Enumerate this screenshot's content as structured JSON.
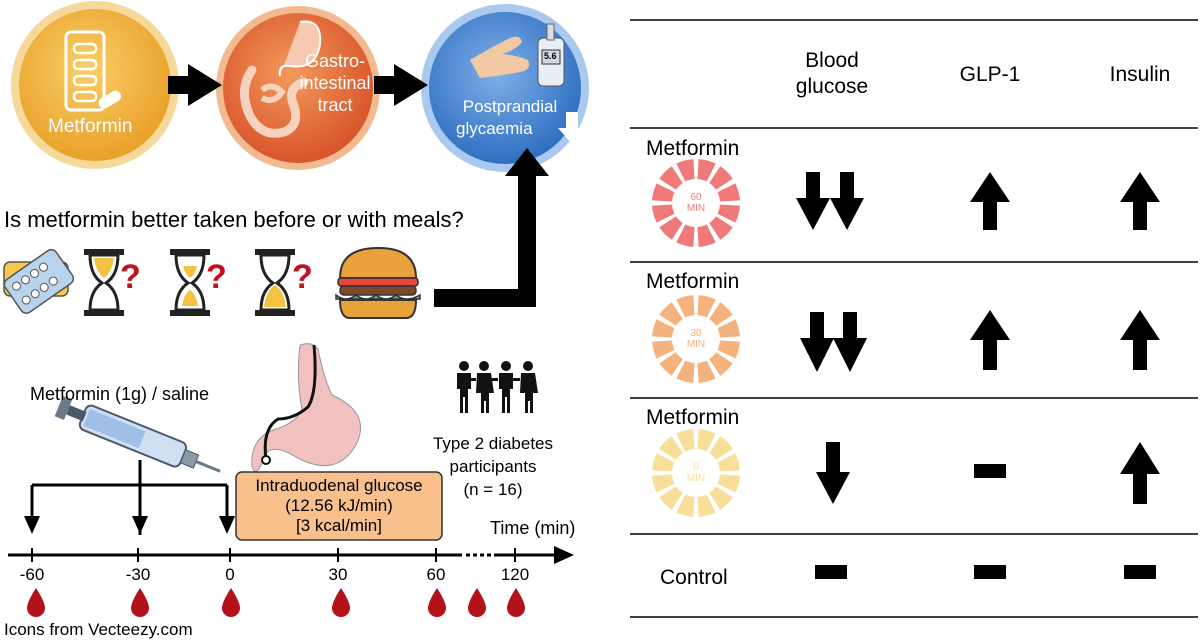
{
  "top_flow": {
    "metformin_label": "Metformin",
    "gi_label_line1": "Gastro-",
    "gi_label_line2": "intestinal",
    "gi_label_line3": "tract",
    "glycaemia_line1": "Postprandial",
    "glycaemia_line2": "glycaemia",
    "meter_reading": "5.6"
  },
  "question": "Is metformin better taken before or with meals?",
  "question_marks": [
    "?",
    "?",
    "?"
  ],
  "protocol": {
    "dose_label": "Metformin (1g) / saline",
    "infusion_line1": "Intraduodenal glucose",
    "infusion_line2": "(12.56 kJ/min)",
    "infusion_line3": "[3 kcal/min]",
    "participants_line1": "Type 2 diabetes",
    "participants_line2": "participants",
    "participants_line3": "(n = 16)",
    "time_label": "Time (min)",
    "ticks": [
      "-60",
      "-30",
      "0",
      "30",
      "60",
      "120"
    ],
    "credit": "Icons from Vecteezy.com"
  },
  "table": {
    "headers": {
      "blood_glucose_line1": "Blood",
      "blood_glucose_line2": "glucose",
      "glp1": "GLP-1",
      "insulin": "Insulin"
    },
    "rows": [
      {
        "label": "Metformin",
        "timer_value": "60",
        "timer_unit": "MIN",
        "timer_color": "#f07a7a",
        "blood_glucose": "two-down-arrows-icon",
        "glp1": "up-arrow-icon",
        "insulin": "up-arrow-icon"
      },
      {
        "label": "Metformin",
        "timer_value": "30",
        "timer_unit": "MIN",
        "timer_color": "#f4b27e",
        "blood_glucose": "two-down-arrows-icon",
        "glp1": "up-arrow-icon",
        "insulin": "up-arrow-icon"
      },
      {
        "label": "Metformin",
        "timer_value": "0",
        "timer_unit": "MIN",
        "timer_color": "#f7df9a",
        "blood_glucose": "down-arrow-icon",
        "glp1": "dash-icon",
        "insulin": "up-arrow-icon"
      },
      {
        "label": "Control",
        "blood_glucose": "dash-icon",
        "glp1": "dash-icon",
        "insulin": "dash-icon"
      }
    ]
  },
  "colors": {
    "metformin_circle": "#f2b43a",
    "gi_circle": "#e8743b",
    "glycaemia_circle": "#3f7fcf",
    "infusion_box": "#f8c08d",
    "blood_drop": "#b3121b",
    "arrow": "#000000"
  }
}
